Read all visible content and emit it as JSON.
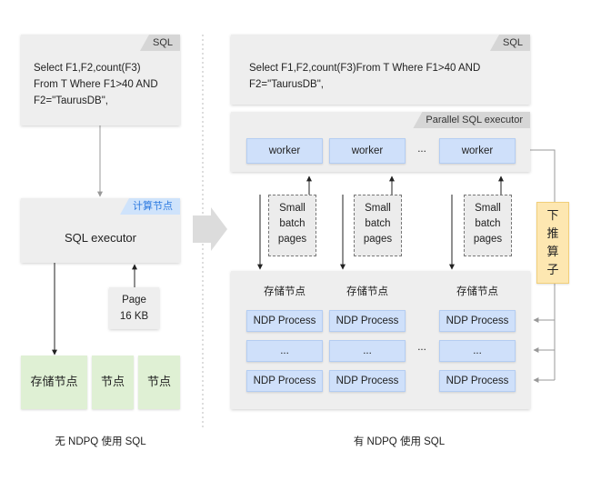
{
  "left": {
    "sql_tag": "SQL",
    "sql_text": "Select F1,F2,count(F3)\nFrom T Where F1>40 AND\nF2=\"TaurusDB\",",
    "compute_tag": "计算节点",
    "executor_label": "SQL executor",
    "page_box": "Page\n16 KB",
    "storage_nodes": [
      "存储节点",
      "节点",
      "节点"
    ],
    "caption": "无 NDPQ 使用 SQL"
  },
  "right": {
    "sql_tag": "SQL",
    "sql_text": "Select F1,F2,count(F3)From T Where F1>40 AND\nF2=\"TaurusDB\",",
    "executor_tag": "Parallel SQL executor",
    "workers": [
      "worker",
      "worker",
      "worker"
    ],
    "ellipsis": "...",
    "batch_pages": [
      "Small\nbatch\npages",
      "Small\nbatch\npages",
      "Small\nbatch\npages"
    ],
    "pushdown_label": "下\n推\n算\n子",
    "storage_labels": [
      "存储节点",
      "存储节点",
      "存储节点"
    ],
    "ndp_rows": [
      [
        "NDP Process",
        "NDP Process",
        "NDP Process"
      ],
      [
        "...",
        "...",
        "..."
      ],
      [
        "NDP Process",
        "NDP Process",
        "NDP Process"
      ]
    ],
    "caption": "有 NDPQ 使用 SQL"
  },
  "colors": {
    "worker_fill": "#cfe0fa",
    "storage_fill": "#dff0d4",
    "pushdown_fill": "#fde7b1",
    "compute_tag_text": "#2f7be0"
  }
}
